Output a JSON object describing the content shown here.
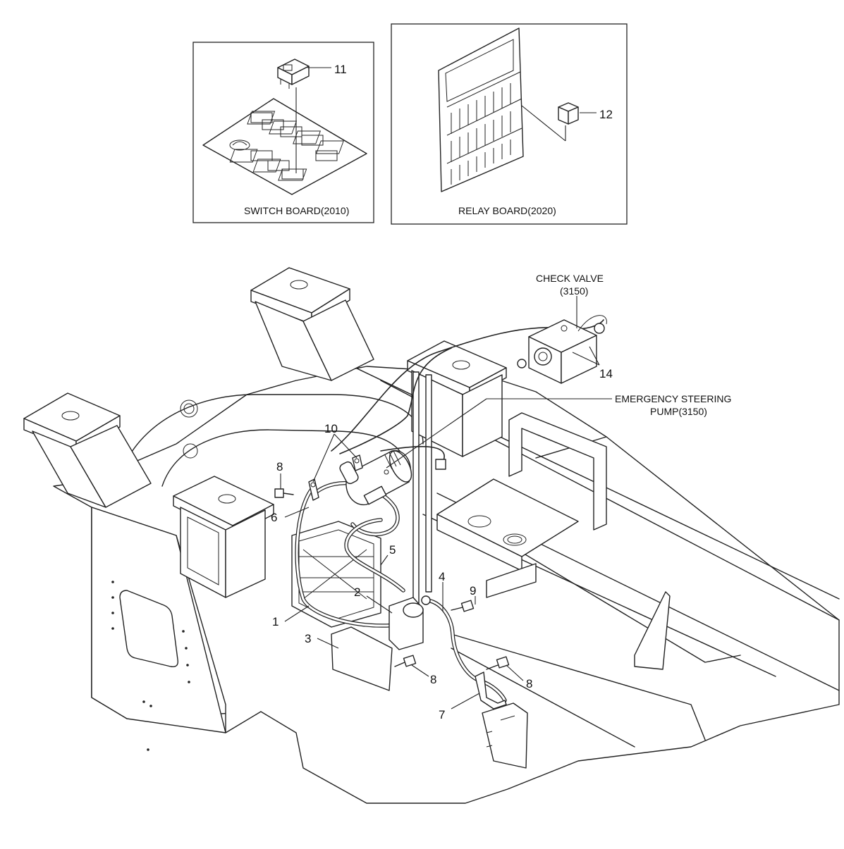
{
  "insets": {
    "switch_board": {
      "caption": "SWITCH BOARD(2010)",
      "part": "11"
    },
    "relay_board": {
      "caption": "RELAY BOARD(2020)",
      "part": "12"
    }
  },
  "labels": {
    "check_valve_line1": "CHECK VALVE",
    "check_valve_line2": "(3150)",
    "pump_line1": "EMERGENCY STEERING",
    "pump_line2": "PUMP(3150)"
  },
  "callouts": {
    "p1": "1",
    "p2": "2",
    "p3": "3",
    "p4": "4",
    "p5": "5",
    "p6": "6",
    "p7": "7",
    "p8a": "8",
    "p8b": "8",
    "p8c": "8",
    "p9": "9",
    "p10": "10",
    "p14": "14"
  }
}
